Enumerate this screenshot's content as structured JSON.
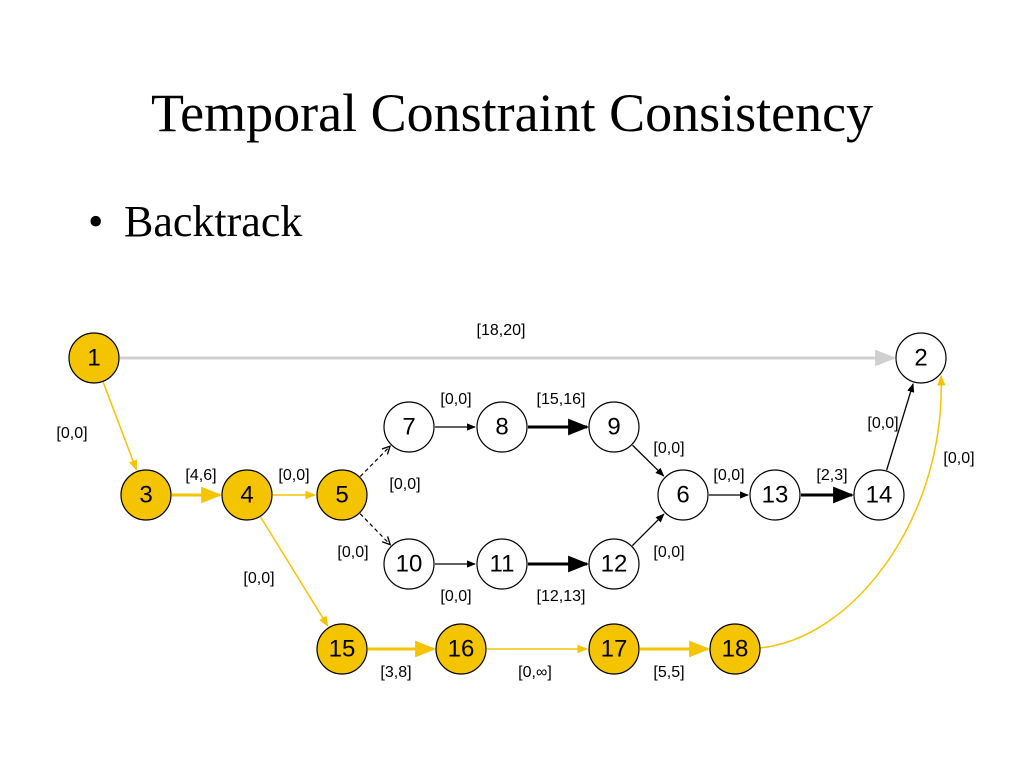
{
  "slide": {
    "title": "Temporal Constraint Consistency",
    "bullet": "Backtrack"
  },
  "colors": {
    "highlight_fill": "#F5C400",
    "highlight_edge": "#F5C400",
    "default_fill": "#FFFFFF",
    "default_edge": "#000000",
    "faded_edge": "#D0D0D0"
  },
  "nodes": [
    {
      "id": "1",
      "highlighted": true
    },
    {
      "id": "2",
      "highlighted": false
    },
    {
      "id": "3",
      "highlighted": true
    },
    {
      "id": "4",
      "highlighted": true
    },
    {
      "id": "5",
      "highlighted": true
    },
    {
      "id": "6",
      "highlighted": false
    },
    {
      "id": "7",
      "highlighted": false
    },
    {
      "id": "8",
      "highlighted": false
    },
    {
      "id": "9",
      "highlighted": false
    },
    {
      "id": "10",
      "highlighted": false
    },
    {
      "id": "11",
      "highlighted": false
    },
    {
      "id": "12",
      "highlighted": false
    },
    {
      "id": "13",
      "highlighted": false
    },
    {
      "id": "14",
      "highlighted": false
    },
    {
      "id": "15",
      "highlighted": true
    },
    {
      "id": "16",
      "highlighted": true
    },
    {
      "id": "17",
      "highlighted": true
    },
    {
      "id": "18",
      "highlighted": true
    }
  ],
  "edges": [
    {
      "from": "1",
      "to": "2",
      "label": "[18,20]",
      "style": "faded"
    },
    {
      "from": "1",
      "to": "3",
      "label": "[0,0]",
      "style": "highlight"
    },
    {
      "from": "3",
      "to": "4",
      "label": "[4,6]",
      "style": "highlight-bold"
    },
    {
      "from": "4",
      "to": "5",
      "label": "[0,0]",
      "style": "highlight"
    },
    {
      "from": "4",
      "to": "15",
      "label": "[0,0]",
      "style": "highlight"
    },
    {
      "from": "5",
      "to": "7",
      "label": "[0,0]",
      "style": "dashed"
    },
    {
      "from": "5",
      "to": "10",
      "label": "[0,0]",
      "style": "dashed"
    },
    {
      "from": "7",
      "to": "8",
      "label": "[0,0]",
      "style": "normal"
    },
    {
      "from": "8",
      "to": "9",
      "label": "[15,16]",
      "style": "bold"
    },
    {
      "from": "9",
      "to": "6",
      "label": "[0,0]",
      "style": "normal"
    },
    {
      "from": "10",
      "to": "11",
      "label": "[0,0]",
      "style": "normal"
    },
    {
      "from": "11",
      "to": "12",
      "label": "[12,13]",
      "style": "bold"
    },
    {
      "from": "12",
      "to": "6",
      "label": "[0,0]",
      "style": "normal"
    },
    {
      "from": "6",
      "to": "13",
      "label": "[0,0]",
      "style": "normal"
    },
    {
      "from": "13",
      "to": "14",
      "label": "[2,3]",
      "style": "bold"
    },
    {
      "from": "14",
      "to": "2",
      "label": "[0,0]",
      "style": "normal"
    },
    {
      "from": "15",
      "to": "16",
      "label": "[3,8]",
      "style": "highlight-bold"
    },
    {
      "from": "16",
      "to": "17",
      "label": "[0,∞]",
      "style": "highlight"
    },
    {
      "from": "17",
      "to": "18",
      "label": "[5,5]",
      "style": "highlight-bold"
    },
    {
      "from": "18",
      "to": "2",
      "label": "[0,0]",
      "style": "highlight-curve"
    }
  ]
}
